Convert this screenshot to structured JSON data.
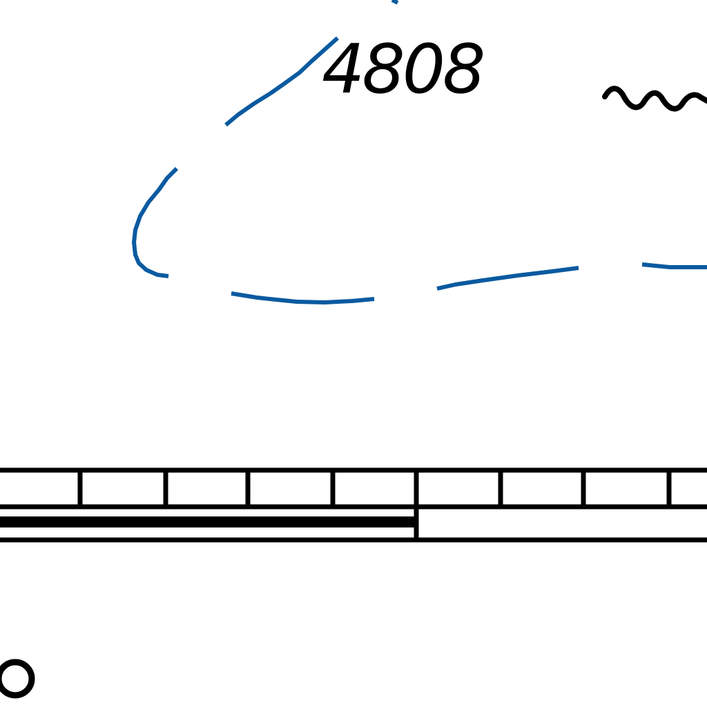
{
  "map": {
    "contour_label": "4808",
    "colors": {
      "background": "#ffffff",
      "contour": "#0a5aa0",
      "ink": "#000000"
    },
    "icons": [
      "contour-line",
      "water-symbol",
      "scale-bar",
      "survey-point-circle"
    ]
  }
}
